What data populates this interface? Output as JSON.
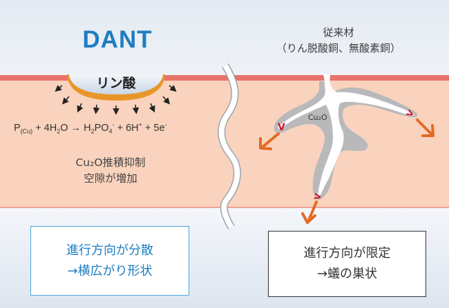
{
  "left_panel": {
    "title": "DANT",
    "pit_label": "リン酸",
    "equation": {
      "lhs_p": "P",
      "lhs_p_sub": "(Cu)",
      "plus1": " + 4H",
      "h2o_sub": "2",
      "o": "O → H",
      "h2_sub": "2",
      "po": "PO",
      "po4_sub": "4",
      "po4_sup": "-",
      "rest": " + 6H",
      "h_sup": "+",
      "e_part": " + 5e",
      "e_sup": "-"
    },
    "note_line1": "Cu₂O推積抑制",
    "note_line2": "空隙が増加",
    "result_box": {
      "line1": "進行方向が分散",
      "line2": "→横広がり形状"
    }
  },
  "right_panel": {
    "title_line1": "従来材",
    "title_line2": "（りん脱酸銅、無酸素銅）",
    "corrosion_label": "Cu₂O",
    "result_box": {
      "line1": "進行方向が限定",
      "line2": "→蟻の巣状"
    }
  },
  "colors": {
    "accent_blue": "#1e7dc1",
    "box_border_blue": "#4aa3dd",
    "copper_body": "#f9d3bd",
    "surface_layer": "#e8736c",
    "phosphate_film": "#e8962a",
    "corrosion_gray": "#b9b9bb",
    "arrow_orange": "#e36a25",
    "vacancy_red": "#d0182a"
  }
}
